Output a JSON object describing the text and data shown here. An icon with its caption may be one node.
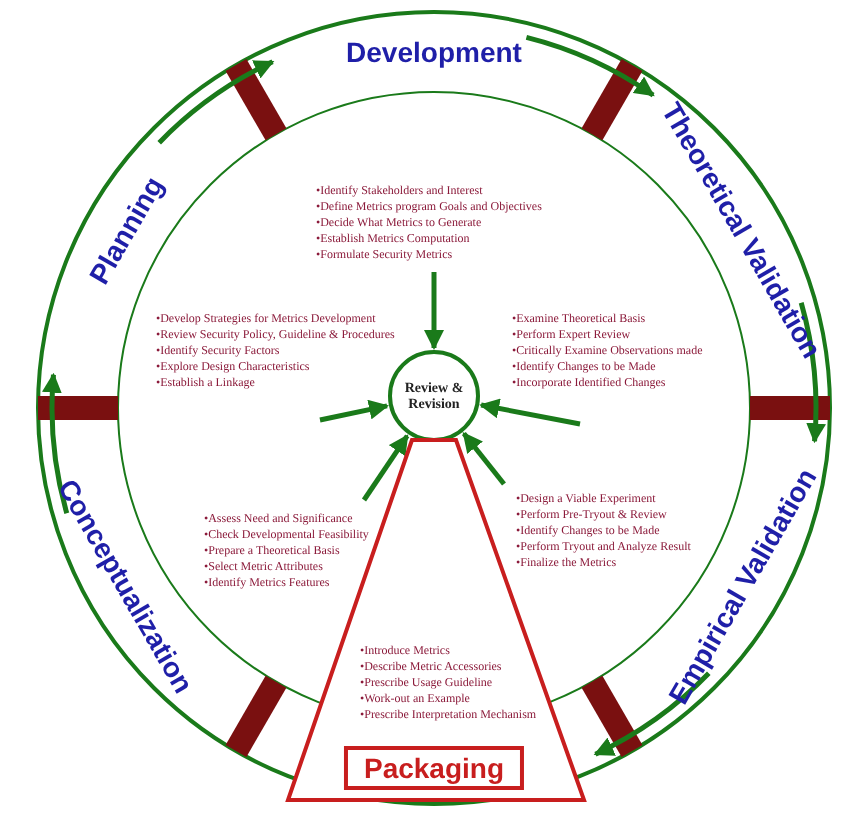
{
  "diagram": {
    "nodes": [
      {
        "text": [
          "Development",
          "•Identify Stakeholders and Interest",
          "•Define Metrics program Goals and Objectives",
          "•Decide What Metrics to Generate",
          "•Establish Metrics Computation",
          "•Formulate Security Metrics"
        ]
      },
      {
        "text": [
          "Planning",
          "•Develop Strategies for Metrics Development",
          "•Review Security Policy, Guideline & Procedures",
          "•Identify Security Factors",
          "•Explore Design Characteristics",
          "•Establish a Linkage"
        ]
      },
      {
        "text": [
          "Theoretical Validation",
          "•Examine Theoretical Basis",
          "•Perform Expert Review",
          "•Critically Examine Observations made",
          "•Identify Changes to be Made",
          "•Incorporate Identified Changes"
        ]
      },
      {
        "text": [
          "Review & Revision"
        ]
      },
      {
        "text": [
          "Conceptualization",
          "•Assess Need and Significance",
          "•Check Developmental Feasibility",
          "•Prepare a Theoretical Basis",
          "•Select Metric Attributes",
          "•Identify Metrics Features"
        ]
      },
      {
        "text": [
          "Empirical Validation",
          "•Design a Viable Experiment",
          "•Perform Pre-Tryout & Review",
          "•Identify Changes to be Made",
          "•Perform Tryout and Analyze Result",
          "•Finalize the Metrics"
        ]
      },
      {
        "text": [
          "•Introduce Metrics",
          "•Describe Metric Accessories",
          "•Prescribe Usage Guideline",
          "•Work-out an Example",
          "•Prescribe Interpretation Mechanism",
          "Packaging"
        ]
      }
    ],
    "edges": [
      {
        "from": 4,
        "to": 1,
        "arrow": "to"
      },
      {
        "from": 1,
        "to": 0,
        "arrow": "to"
      },
      {
        "from": 0,
        "to": 2,
        "arrow": "to"
      },
      {
        "from": 2,
        "to": 5,
        "arrow": "to"
      },
      {
        "from": 5,
        "to": 6,
        "arrow": "to"
      },
      {
        "from": 0,
        "to": 3,
        "arrow": "to"
      },
      {
        "from": 1,
        "to": 3,
        "arrow": "to"
      },
      {
        "from": 2,
        "to": 3,
        "arrow": "to"
      },
      {
        "from": 4,
        "to": 3,
        "arrow": "to"
      },
      {
        "from": 5,
        "to": 3,
        "arrow": "to"
      }
    ]
  }
}
